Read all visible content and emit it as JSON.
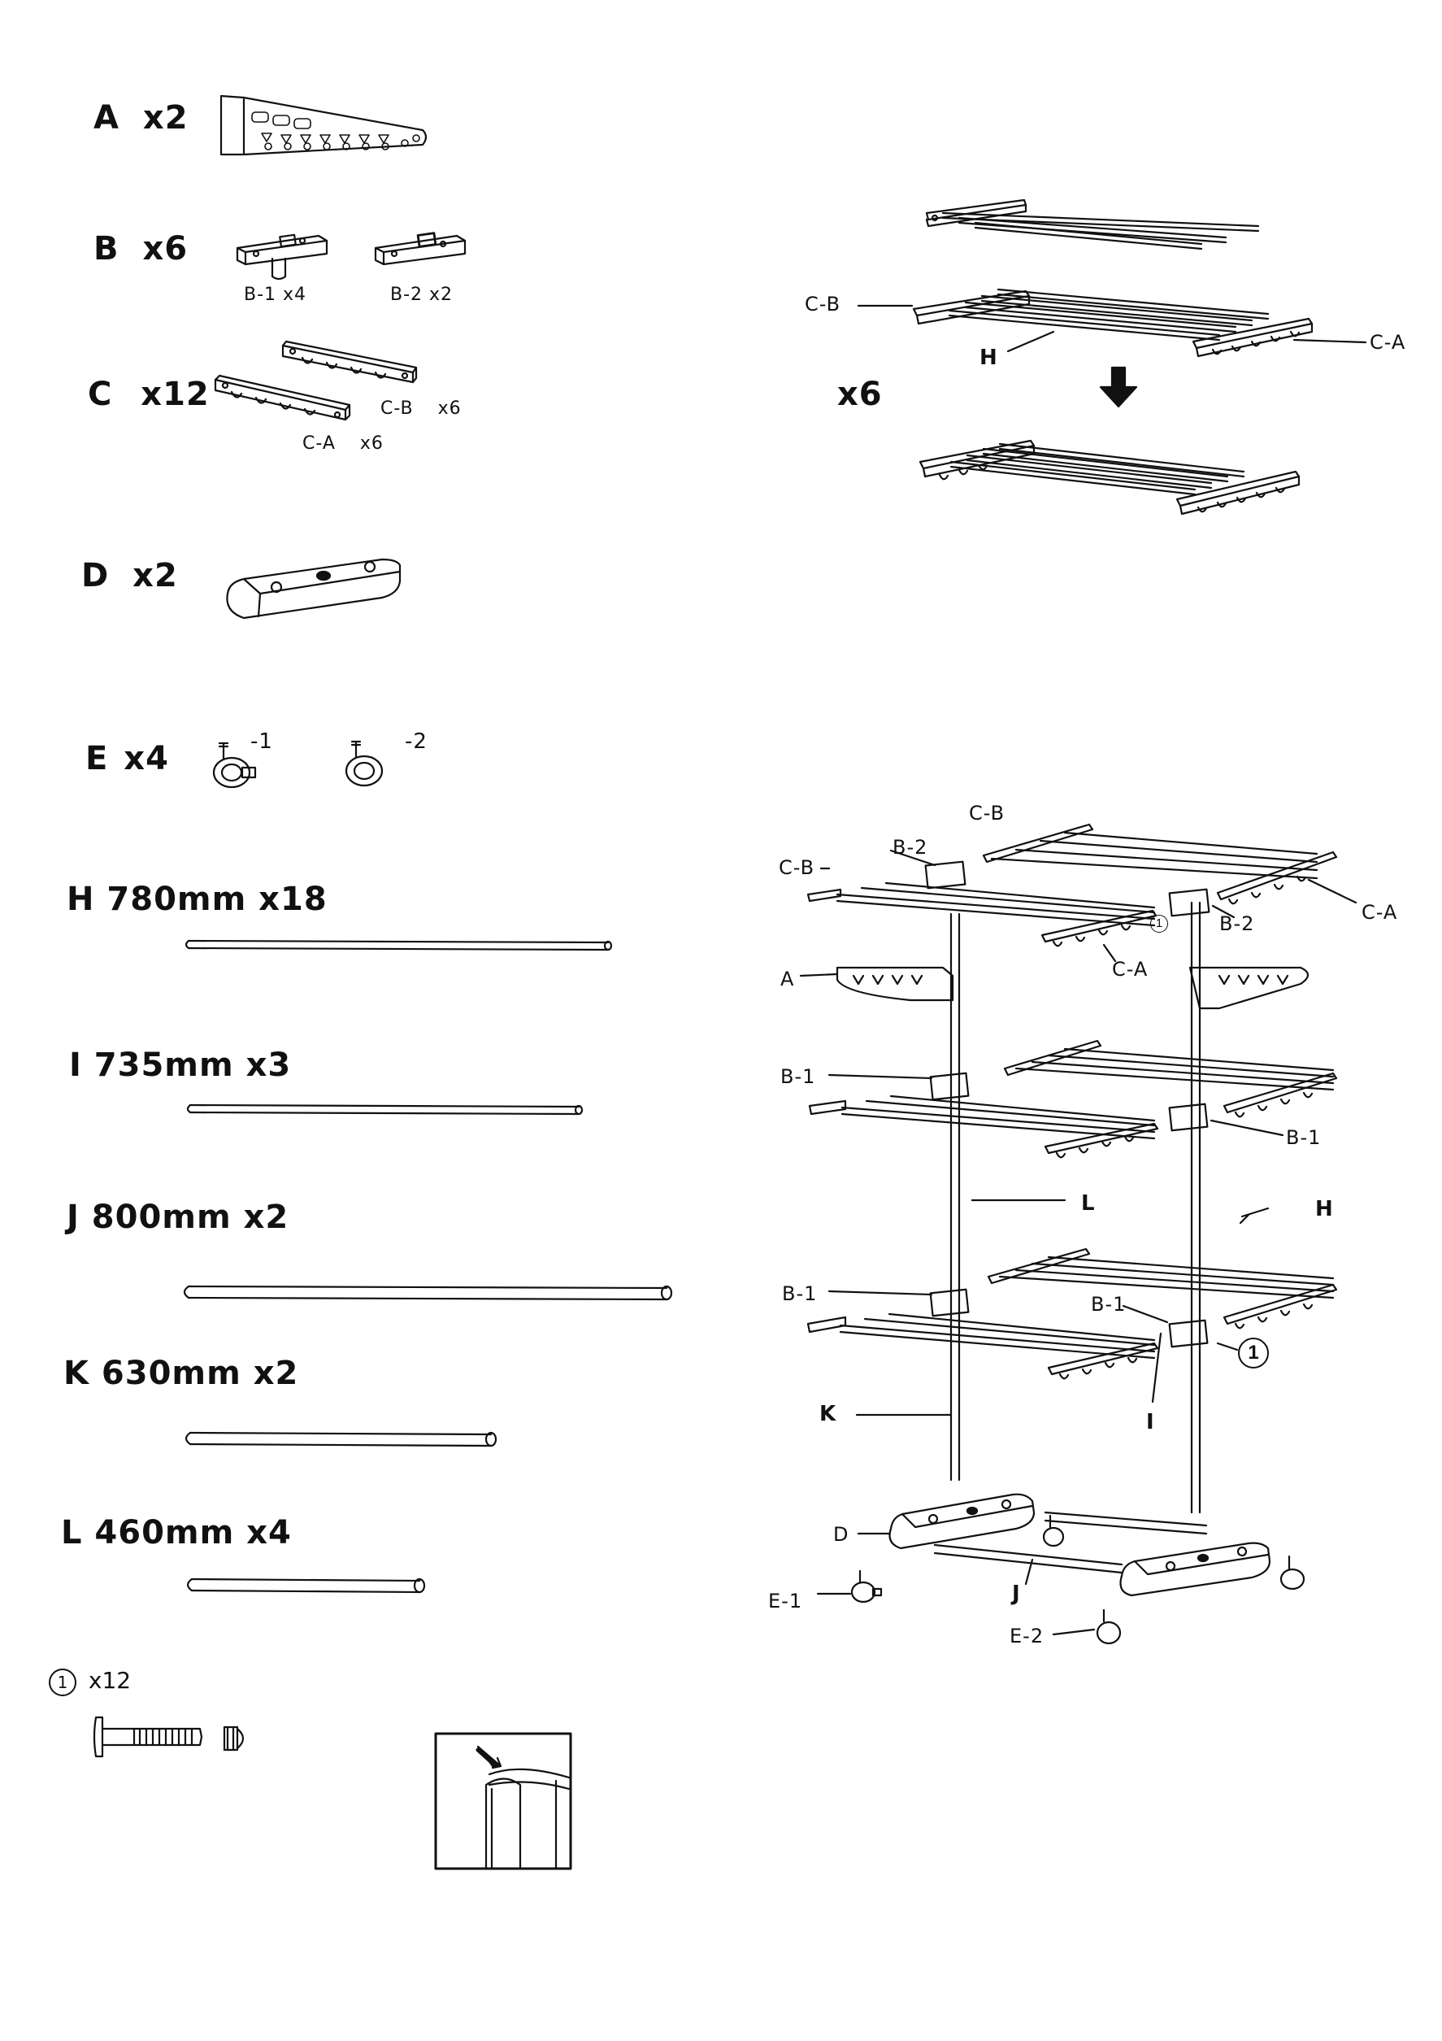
{
  "parts": {
    "a": {
      "letter": "A",
      "qty": "x2"
    },
    "b": {
      "letter": "B",
      "qty": "x6",
      "b1": "B-1 x4",
      "b2": "B-2 x2"
    },
    "c": {
      "letter": "C",
      "qty": "x12",
      "cb": "C-B",
      "cb_qty": "x6",
      "ca": "C-A",
      "ca_qty": "x6"
    },
    "d": {
      "letter": "D",
      "qty": "x2"
    },
    "e": {
      "letter": "E",
      "qty": "x4",
      "e1": "-1",
      "e2": "-2"
    },
    "h": {
      "label": "H  780mm x18"
    },
    "i": {
      "label": "I 735mm x3"
    },
    "j": {
      "label": "J 800mm x2"
    },
    "k": {
      "label": "K 630mm x2"
    },
    "l": {
      "label": "L  460mm x4"
    },
    "bolt": {
      "symbol": "1",
      "qty": "x12"
    }
  },
  "shelf_diagram": {
    "cb": "C-B",
    "ca": "C-A",
    "h": "H",
    "count": "x6"
  },
  "assembly": {
    "cb_top": "C-B",
    "b2_left": "B-2",
    "cb_left": "C-B",
    "ca_right": "C-A",
    "b2_right": "B-2",
    "ca_mid": "C-A",
    "a": "A",
    "b1_left_upper": "B-1",
    "b1_right": "B-1",
    "l": "L",
    "h": "H",
    "b1_left_lower": "B-1",
    "b1_mid": "B-1",
    "k": "K",
    "i": "I",
    "d": "D",
    "e1": "E-1",
    "j": "J",
    "e2": "E-2",
    "screw_small": "1",
    "screw_big": "1"
  }
}
